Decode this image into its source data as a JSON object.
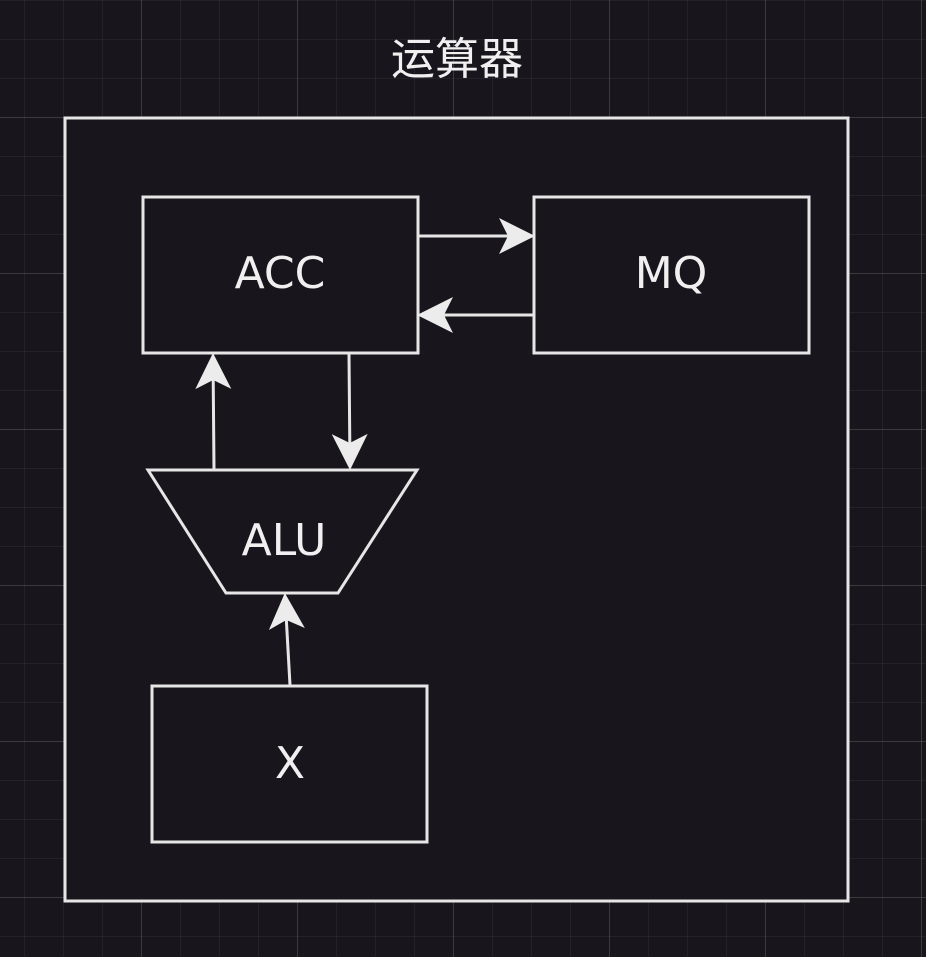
{
  "diagram": {
    "title": "运算器",
    "nodes": {
      "acc": "ACC",
      "mq": "MQ",
      "alu": "ALU",
      "x": "X"
    },
    "stroke_color": "#e6e6e6",
    "text_color": "#f0f0f0",
    "background_color": "#18161c"
  }
}
